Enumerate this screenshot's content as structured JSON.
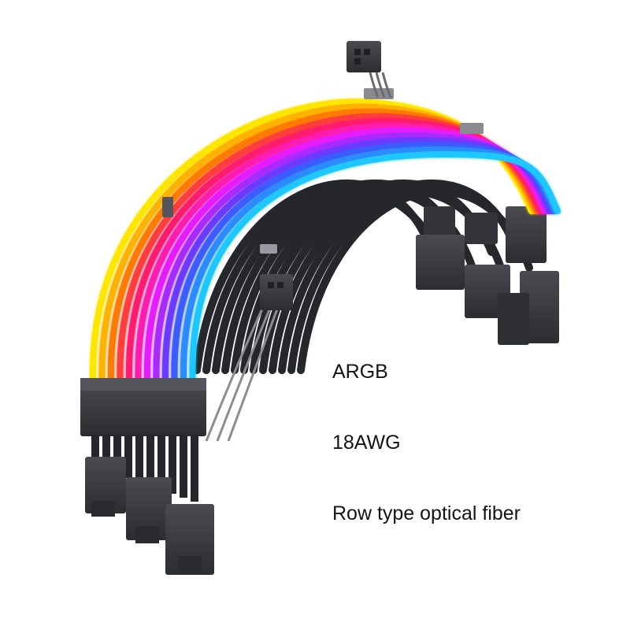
{
  "product": {
    "specs": [
      "ARGB",
      "18AWG",
      "Row type optical fiber"
    ],
    "rainbow_colors": [
      "#ffe600",
      "#ffb300",
      "#ff7a00",
      "#ff3d3d",
      "#ff1f6e",
      "#ff1fb0",
      "#e61fff",
      "#a82bff",
      "#6a3bff",
      "#3b5cff",
      "#2a8cff",
      "#1fc8ff"
    ],
    "connector_color": "#3a3b3f",
    "sleeve_color": "#26272b"
  }
}
